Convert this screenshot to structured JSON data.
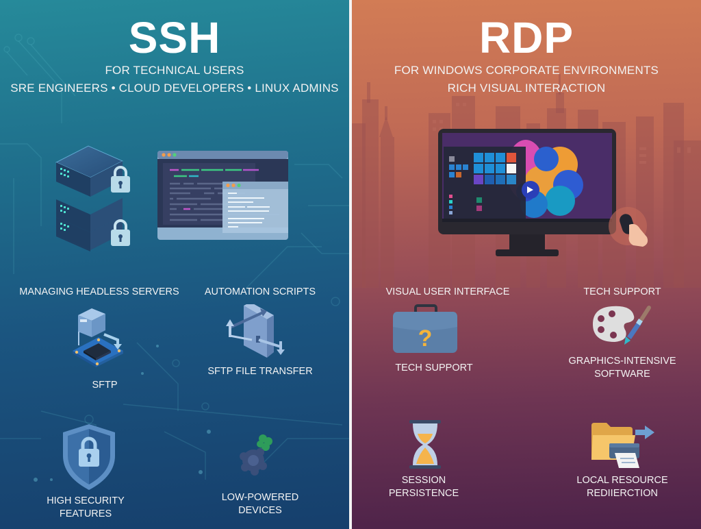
{
  "ssh": {
    "title": "SSH",
    "subtitle_1": "FOR TECHNICAL USERS",
    "subtitle_2": "SRE ENGINEERS • CLOUD DEVELOPERS • LINUX ADMINS",
    "hero_icons": [
      "server-stack-lock-icon",
      "terminal-window-icon"
    ],
    "features": [
      {
        "heading": "MANAGING HEADLESS SERVERS",
        "icon": "board-chip-icon",
        "caption": "SFTP"
      },
      {
        "heading": "AUTOMATION SCRIPTS",
        "icon": "file-transfer-arrows-icon",
        "caption": "SFTP FILE TRANSFER"
      },
      {
        "icon": "shield-lock-icon",
        "caption_1": "HIGH SECURITY",
        "caption_2": "FEATURES"
      },
      {
        "icon": "low-power-device-icon",
        "caption_1": "LOW-POWERED",
        "caption_2": "DEVICES"
      }
    ],
    "colors": {
      "top": "#268a9a",
      "bottom": "#163f6c"
    }
  },
  "rdp": {
    "title": "RDP",
    "subtitle_1": "FOR WINDOWS CORPORATE ENVIRONMENTS",
    "subtitle_2": "RICH VISUAL INTERACTION",
    "hero_icons": [
      "desktop-monitor-icon",
      "mouse-hand-icon",
      "city-skyline"
    ],
    "features": [
      {
        "heading": "VISUAL USER INTERFACE",
        "icon": "briefcase-question-icon",
        "caption": "TECH SUPPORT"
      },
      {
        "heading": "TECH SUPPORT",
        "icon": "paint-palette-icon",
        "caption_1": "GRAPHICS-INTENSIVE",
        "caption_2": "SOFTWARE"
      },
      {
        "icon": "hourglass-icon",
        "caption_1": "SESSION",
        "caption_2": "PERSISTENCE"
      },
      {
        "icon": "folder-printer-icon",
        "caption_1": "LOCAL RESOURCE",
        "caption_2": "REDIIERCTION"
      }
    ],
    "colors": {
      "top": "#d27c55",
      "bottom": "#4c2249"
    }
  }
}
